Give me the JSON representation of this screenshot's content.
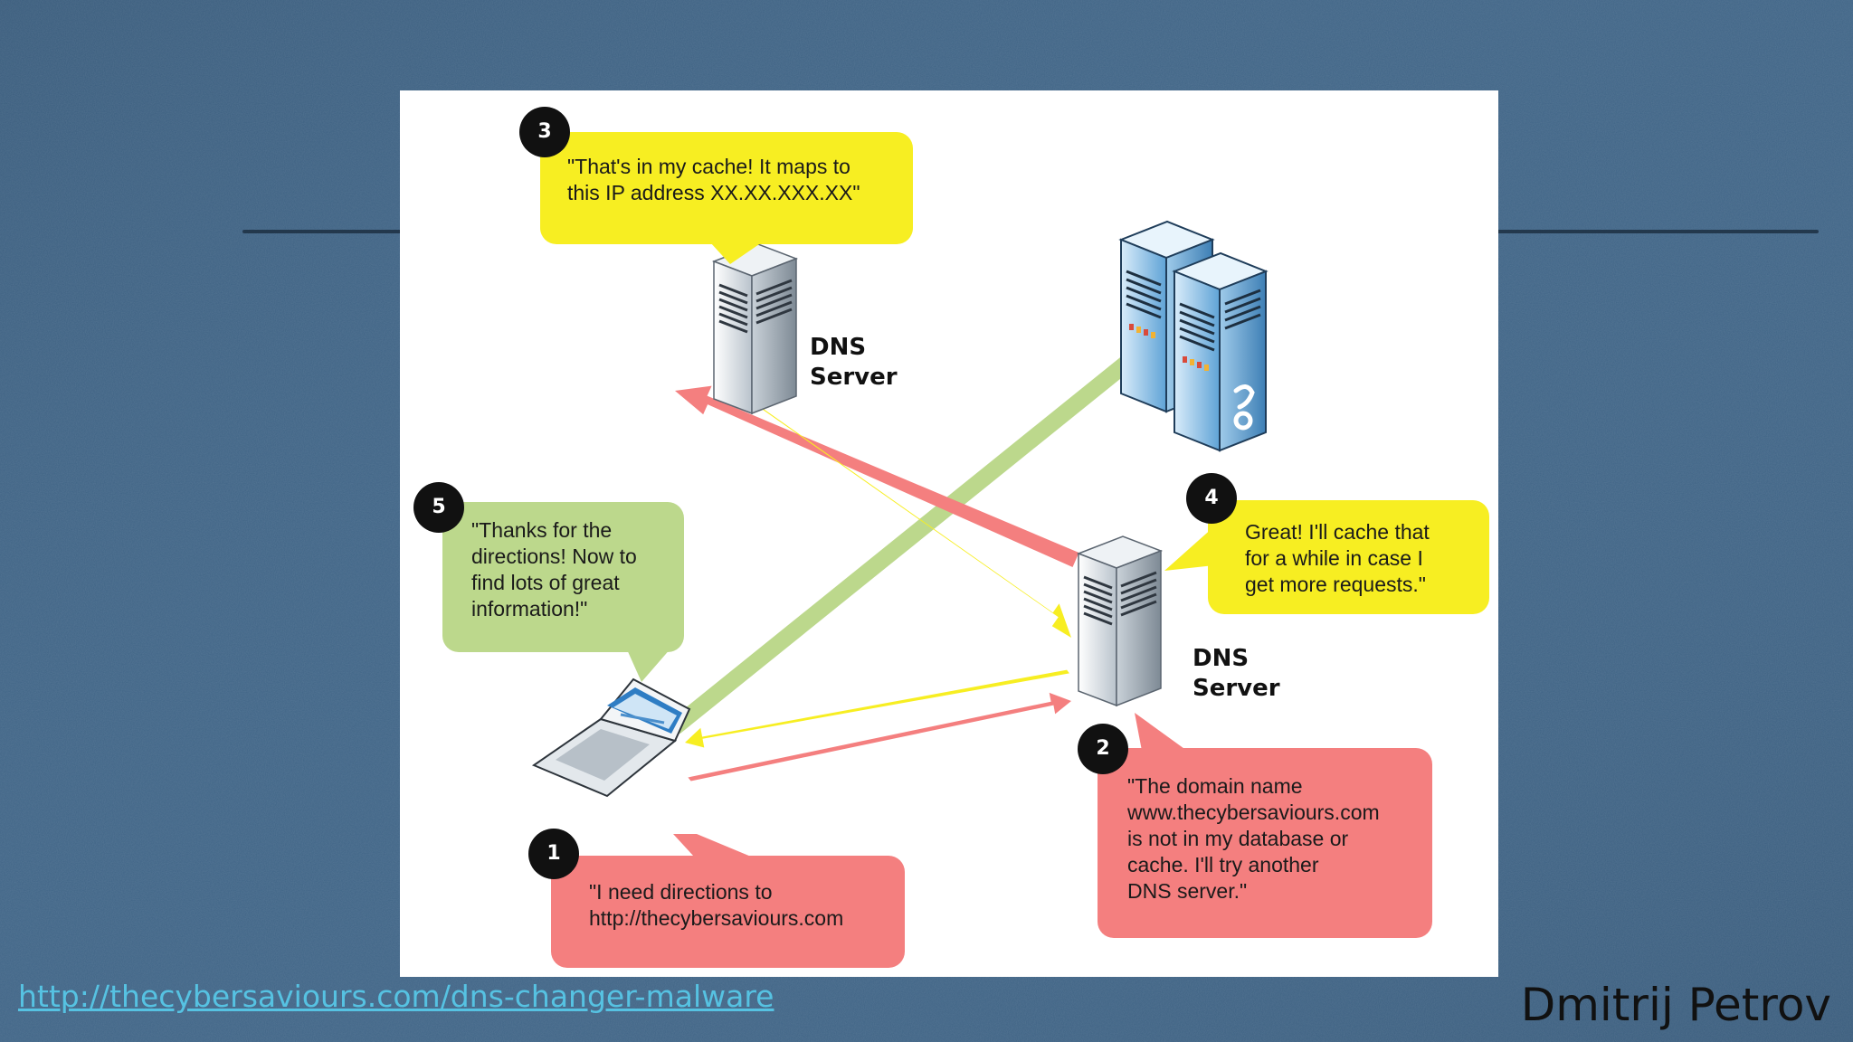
{
  "steps": [
    {
      "number": "1",
      "text": "\"I need directions to\nhttp://thecybersaviours.com"
    },
    {
      "number": "2",
      "text": "\"The domain name\nwww.thecybersaviours.com\nis not in my database or\ncache. I'll try another\nDNS server.\""
    },
    {
      "number": "3",
      "text": "\"That's in my cache! It maps to\nthis IP address XX.XX.XXX.XX\""
    },
    {
      "number": "4",
      "text": "Great! I'll cache that\nfor a while in case I\nget more requests.\""
    },
    {
      "number": "5",
      "text": "\"Thanks for the\ndirections! Now to\nfind lots of great\ninformation!\""
    }
  ],
  "servers": {
    "upper_label": "DNS\nServer",
    "lower_label": "DNS\nServer",
    "web_server_icon": "web-server-icon"
  },
  "client_icon": "laptop-icon",
  "colors": {
    "background": "#3f6486",
    "yellow": "#f7ee22",
    "red": "#f47f7f",
    "green": "#bcd88c",
    "badge": "#111111",
    "link": "#56c2e2"
  },
  "footer": {
    "link_text": "http://thecybersaviours.com/dns-changer-malware",
    "author": "Dmitrij Petrov"
  }
}
